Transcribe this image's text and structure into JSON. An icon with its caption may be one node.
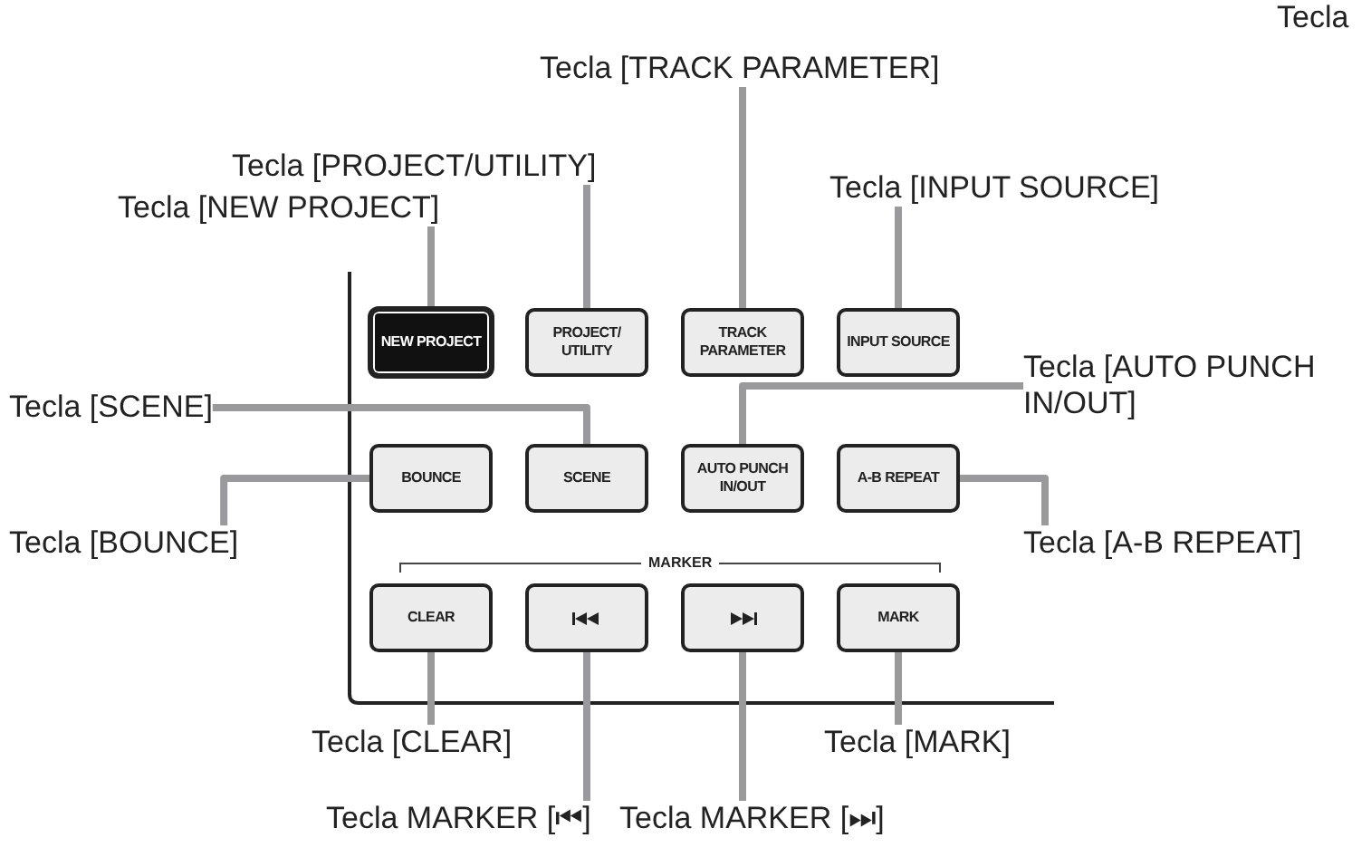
{
  "diagram": {
    "nodes": [
      {
        "text": [
          "Tecla [TRACK PARAMETER]"
        ]
      },
      {
        "text": [
          "Tecla [PROJECT/UTILITY]"
        ]
      },
      {
        "text": [
          "Tecla [NEW PROJECT]"
        ]
      },
      {
        "text": [
          "Tecla [INPUT SOURCE]"
        ]
      },
      {
        "text": [
          "NEW PROJECT"
        ]
      },
      {
        "text": [
          "PROJECT/ UTILITY"
        ]
      },
      {
        "text": [
          "TRACK PARAMETER"
        ]
      },
      {
        "text": [
          "INPUT SOURCE"
        ]
      },
      {
        "text": [
          "Tecla [AUTO PUNCH IN/OUT]"
        ]
      },
      {
        "text": [
          "Tecla [SCENE]"
        ]
      },
      {
        "text": [
          "BOUNCE"
        ]
      },
      {
        "text": [
          "SCENE"
        ]
      },
      {
        "text": [
          "AUTO PUNCH IN/OUT"
        ]
      },
      {
        "text": [
          "A-B REPEAT"
        ]
      },
      {
        "text": [
          "Tecla [BOUNCE]"
        ]
      },
      {
        "text": [
          "Tecla [A-B REPEAT]"
        ]
      },
      {
        "text": [
          "CLEAR"
        ]
      },
      {
        "text": [],
        "shape": "box"
      },
      {
        "text": [],
        "shape": "box"
      },
      {
        "text": [
          "MARK"
        ]
      },
      {
        "text": [
          "Tecla [CLEAR]"
        ]
      },
      {
        "text": [
          "Tecla [MARK]"
        ]
      },
      {
        "text": [
          "Tecla MARKER [⏮]"
        ]
      },
      {
        "text": [
          "Tecla MARKER [⏭]"
        ]
      }
    ],
    "edges": [
      {
        "from": 0,
        "to": 6,
        "arrow": "none"
      },
      {
        "from": 1,
        "to": 5,
        "arrow": "none"
      },
      {
        "from": 2,
        "to": 4,
        "arrow": "none"
      },
      {
        "from": 3,
        "to": 7,
        "arrow": "none"
      },
      {
        "from": 8,
        "to": 12,
        "arrow": "none"
      },
      {
        "from": 9,
        "to": 11,
        "arrow": "none"
      },
      {
        "from": 14,
        "to": 10,
        "arrow": "none"
      },
      {
        "from": 15,
        "to": 13,
        "arrow": "none"
      },
      {
        "from": 20,
        "to": 16,
        "arrow": "none"
      },
      {
        "from": 21,
        "to": 19,
        "arrow": "none"
      },
      {
        "from": 22,
        "to": 17,
        "arrow": "none"
      },
      {
        "from": 23,
        "to": 18,
        "arrow": "none"
      }
    ],
    "labels": [
      "Tecla",
      "MARKER"
    ]
  }
}
